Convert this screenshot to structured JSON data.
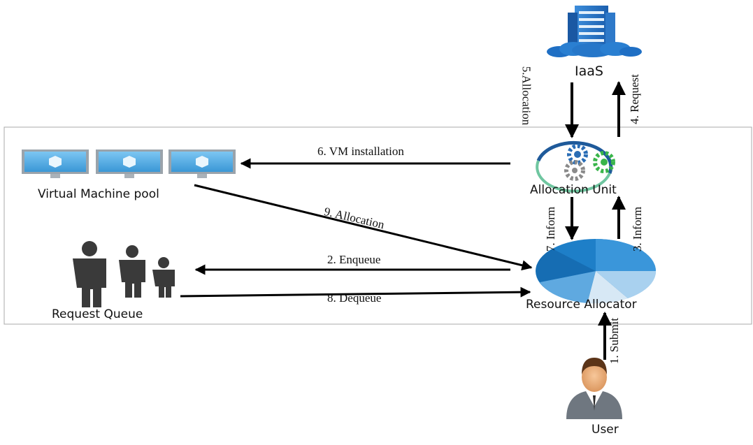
{
  "nodes": {
    "iaas": "IaaS",
    "allocation_unit": "Allocation Unit",
    "vm_pool": "Virtual Machine pool",
    "resource_allocator": "Resource Allocator",
    "request_queue": "Request Queue",
    "user": "User"
  },
  "edges": {
    "submit": "1. Submit",
    "enqueue": "2. Enqueue",
    "inform3": "3. Inform",
    "request": "4. Request",
    "allocation5": "5.Allocation",
    "vm_installation": "6. VM installation",
    "inform7": "7. Inform",
    "dequeue": "8. Dequeue",
    "allocation9": "9. Allocation"
  },
  "icons": {
    "iaas": "server-cloud-icon",
    "allocation_unit": "gears-icon",
    "vm": "monitor-cube-icon",
    "resource_allocator": "pie-icon",
    "request_queue": "people-icon",
    "user": "user-avatar-icon"
  },
  "colors": {
    "server_blue": "#1f6fc4",
    "gear_blue": "#2a6db5",
    "gear_green": "#39b54a",
    "gear_gray": "#8a8a8a",
    "monitor_blue": "#4aa3df",
    "pie_blue": "#1e7fc8",
    "person_gray": "#3a3a3a"
  }
}
